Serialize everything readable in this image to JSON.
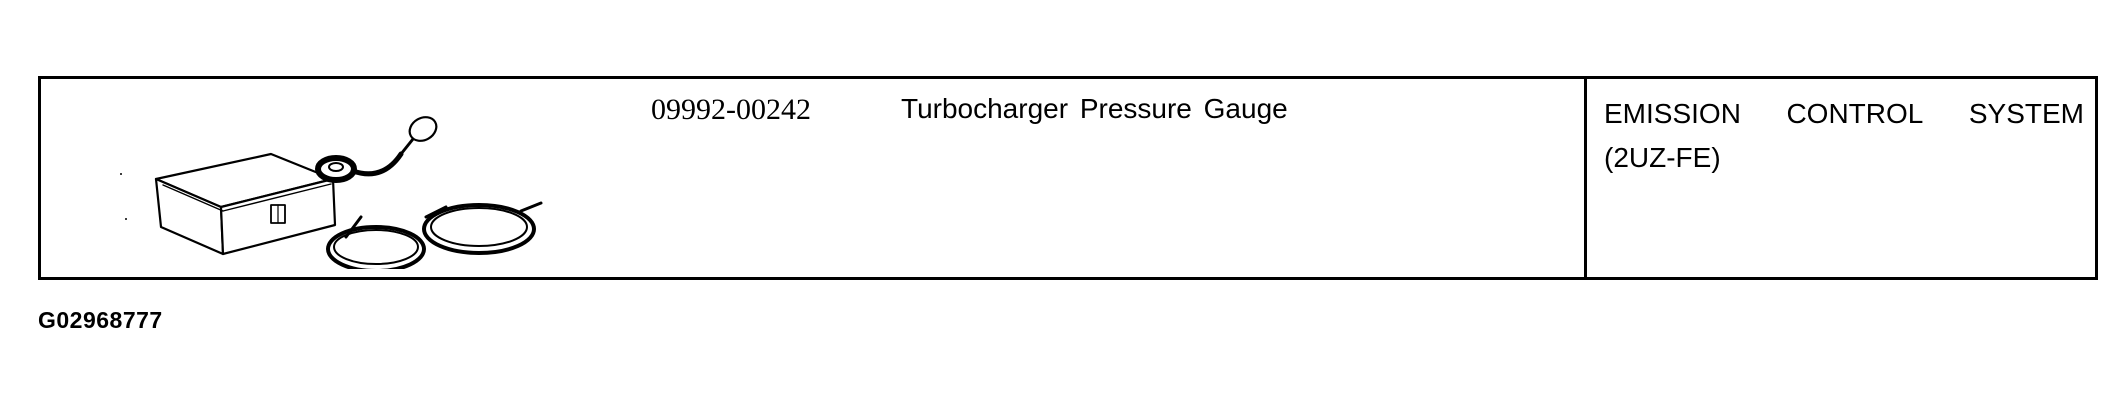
{
  "row": {
    "part_number": "09992-00242",
    "tool_name": "Turbocharger Pressure Gauge",
    "usage_words": [
      "EMISSION",
      "CONTROL",
      "SYSTEM"
    ],
    "usage_line2": "(2UZ-FE)",
    "illustration": "turbocharger-pressure-gauge-kit-illustration"
  },
  "caption": "G02968777"
}
